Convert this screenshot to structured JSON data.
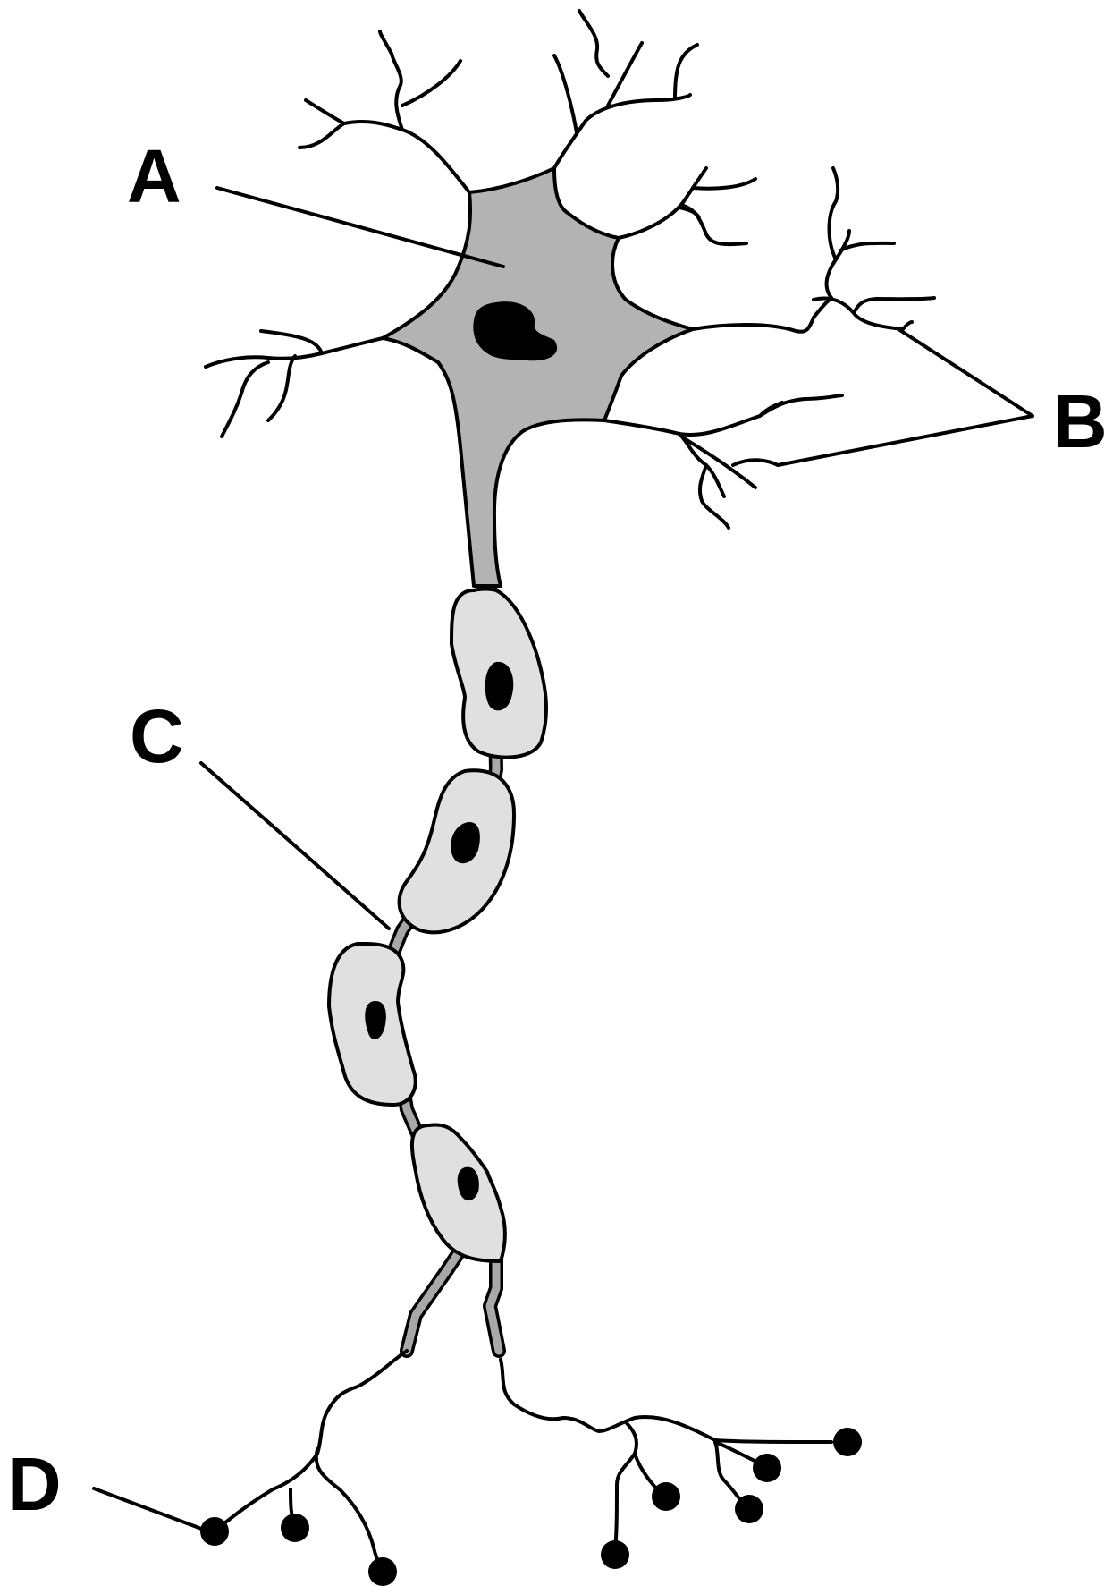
{
  "labels": {
    "a": "A",
    "b": "B",
    "c": "C",
    "d": "D"
  },
  "colors": {
    "soma": "#b3b3b3",
    "schwann_cell": "#e0e0e0",
    "outline": "#000000",
    "background": "#ffffff"
  }
}
